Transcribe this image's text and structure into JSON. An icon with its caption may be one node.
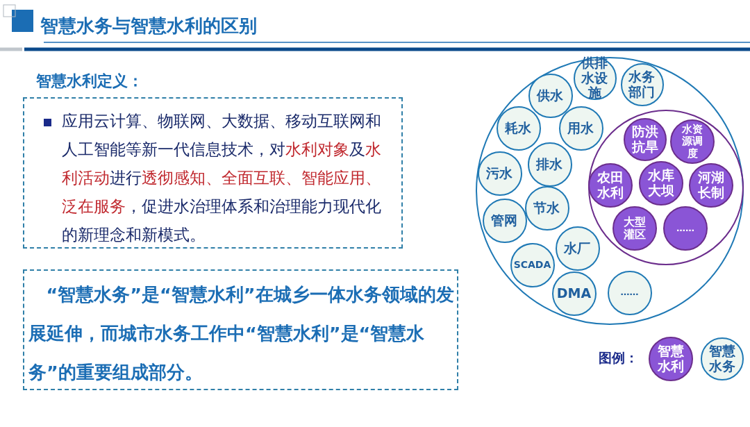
{
  "diagram": {
    "title": "智慧水务与智慧水利的区别",
    "nodes": [
      {
        "text": [
          "智慧水利定义：",
          "应用云计算、物联网、大数据、移动互联网和人工智能等新一代信息技术，对**水利对象**及**水利活动**进行**透彻感知、全面互联、智能应用、泛在服务**，促进水治理体系和治理能力现代化的新理念和新模式。"
        ]
      },
      {
        "text": [
          "“智慧水务”是“智慧水利”在城乡一体水务领域的发展延伸，而城市水务工作中“智慧水利”是“智慧水务”的重要组成部分。"
        ]
      },
      {
        "text": [],
        "shape": "circle"
      },
      {
        "text": [
          "供排水设施"
        ],
        "in": 2
      },
      {
        "text": [
          "水务部门"
        ],
        "in": 2
      },
      {
        "text": [
          "供水"
        ],
        "in": 2
      },
      {
        "text": [
          "耗水"
        ],
        "in": 2
      },
      {
        "text": [
          "用水"
        ],
        "in": 2
      },
      {
        "text": [
          "污水"
        ],
        "in": 2
      },
      {
        "text": [
          "排水"
        ],
        "in": 2
      },
      {
        "text": [
          "节水"
        ],
        "in": 2
      },
      {
        "text": [
          "管网"
        ],
        "in": 2
      },
      {
        "text": [
          "水厂"
        ],
        "in": 2
      },
      {
        "text": [
          "SCADA"
        ],
        "in": 2
      },
      {
        "text": [
          "DMA"
        ],
        "in": 2
      },
      {
        "text": [
          "……"
        ],
        "in": 2
      },
      {
        "text": [],
        "shape": "circle",
        "in": 2
      },
      {
        "text": [
          "防洪抗旱"
        ],
        "in": 16
      },
      {
        "text": [
          "水资源调度"
        ],
        "in": 16
      },
      {
        "text": [
          "农田水利"
        ],
        "in": 16
      },
      {
        "text": [
          "水库大坝"
        ],
        "in": 16
      },
      {
        "text": [
          "河湖长制"
        ],
        "in": 16
      },
      {
        "text": [
          "大型灌区"
        ],
        "in": 16
      },
      {
        "text": [
          "……"
        ],
        "in": 16
      }
    ],
    "labels": [
      "图例："
    ],
    "legend": [
      {
        "text": "智慧水利",
        "color": "#8a55d6"
      },
      {
        "text": "智慧水务",
        "color": "#eef6f1"
      }
    ]
  }
}
